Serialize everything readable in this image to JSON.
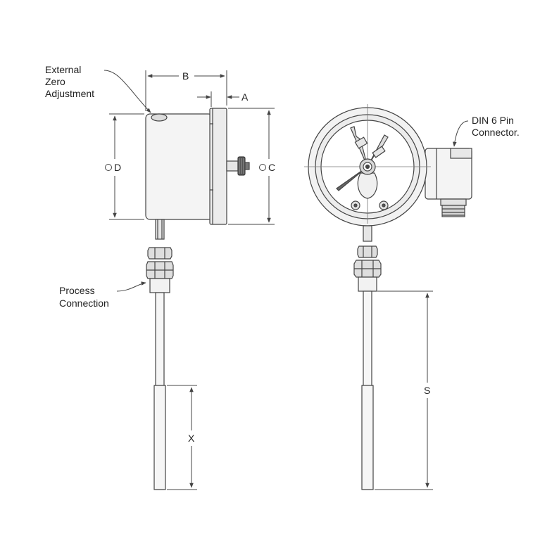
{
  "labels": {
    "external_zero_line1": "External",
    "external_zero_line2": "Zero",
    "external_zero_line3": "Adjustment",
    "process_line1": "Process",
    "process_line2": "Connection",
    "din_line1": "DIN 6 Pin",
    "din_line2": "Connector."
  },
  "dimensions": {
    "a": "A",
    "b": "B",
    "c": "C",
    "d": "D",
    "s": "S",
    "x": "X"
  },
  "colors": {
    "line": "#444444",
    "fill_light": "#f4f4f4",
    "fill_mid": "#e2e2e2",
    "fill_dark": "#bfbfbf"
  }
}
